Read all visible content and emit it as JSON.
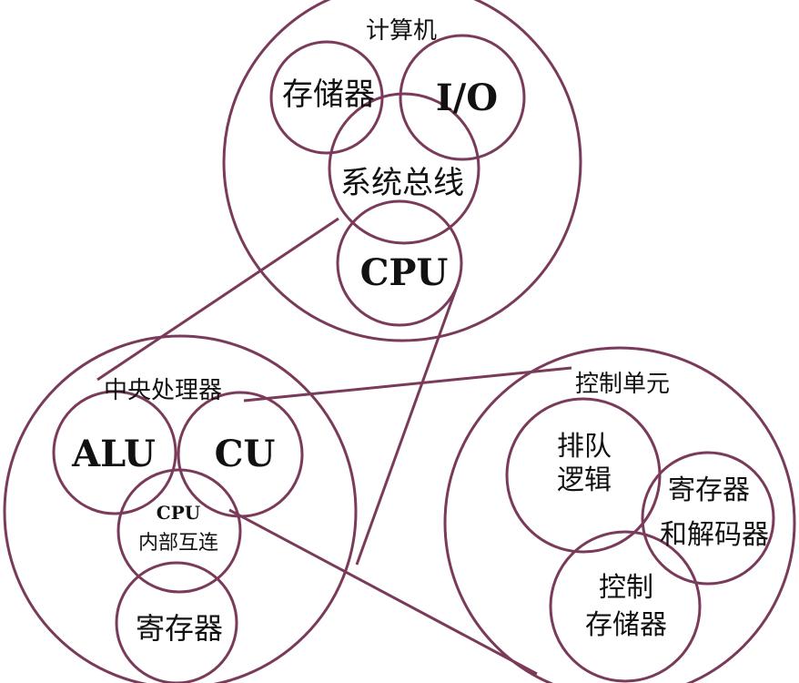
{
  "colors": {
    "stroke": "#7a3a5a",
    "text": "#111111",
    "background": "#ffffff"
  },
  "computer": {
    "title": "计算机",
    "memory": "存储器",
    "io": "I/O",
    "system_bus": "系统总线",
    "cpu": "CPU"
  },
  "cpu_detail": {
    "title": "中央处理器",
    "alu": "ALU",
    "cu": "CU",
    "interconnect_line1": "CPU",
    "interconnect_line2": "内部互连",
    "registers": "寄存器"
  },
  "control_unit": {
    "title": "控制单元",
    "sequencing_line1": "排队",
    "sequencing_line2": "逻辑",
    "registers_line1": "寄存器",
    "registers_line2": "和解码器",
    "control_memory_line1": "控制",
    "control_memory_line2": "存储器"
  }
}
